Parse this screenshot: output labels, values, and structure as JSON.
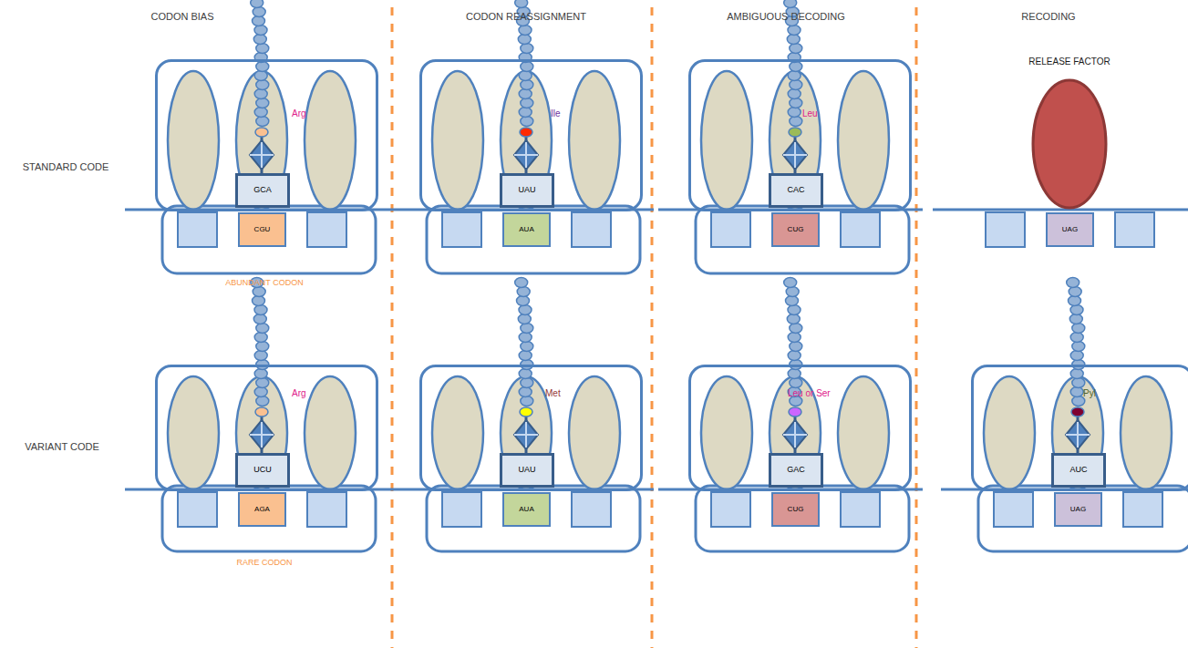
{
  "diagram": {
    "nodes": [
      {
        "text": [
          "Arg"
        ]
      },
      {
        "text": [
          "GCA"
        ],
        "in": 0
      },
      {
        "text": [
          "CGU"
        ]
      },
      {
        "text": [
          "Ile"
        ]
      },
      {
        "text": [
          "UAU"
        ],
        "in": 3
      },
      {
        "text": [
          "AUA"
        ]
      },
      {
        "text": [
          "Leu"
        ]
      },
      {
        "text": [
          "CAC"
        ],
        "in": 6
      },
      {
        "text": [
          "CUG"
        ]
      },
      {
        "text": [
          "RELEASE FACTOR"
        ]
      },
      {
        "text": [
          "UAG"
        ]
      },
      {
        "text": [
          "Arg"
        ]
      },
      {
        "text": [
          "UCU"
        ],
        "in": 11
      },
      {
        "text": [
          "AGA"
        ]
      },
      {
        "text": [
          "Met"
        ]
      },
      {
        "text": [
          "UAU"
        ],
        "in": 14
      },
      {
        "text": [
          "AUA"
        ]
      },
      {
        "text": [
          "Leu or Ser"
        ]
      },
      {
        "text": [
          "GAC"
        ],
        "in": 17
      },
      {
        "text": [
          "CUG"
        ]
      },
      {
        "text": [
          "Pyl"
        ]
      },
      {
        "text": [
          "AUC"
        ],
        "in": 20
      },
      {
        "text": [
          "UAG"
        ]
      }
    ],
    "labels": [
      "CODON BIAS",
      "CODON REASSIGNMENT",
      "AMBIGUOUS DECODING",
      "RECODING",
      "STANDARD CODE",
      "VARIANT CODE",
      "ABUNDANT CODON",
      "RARE CODON"
    ]
  }
}
